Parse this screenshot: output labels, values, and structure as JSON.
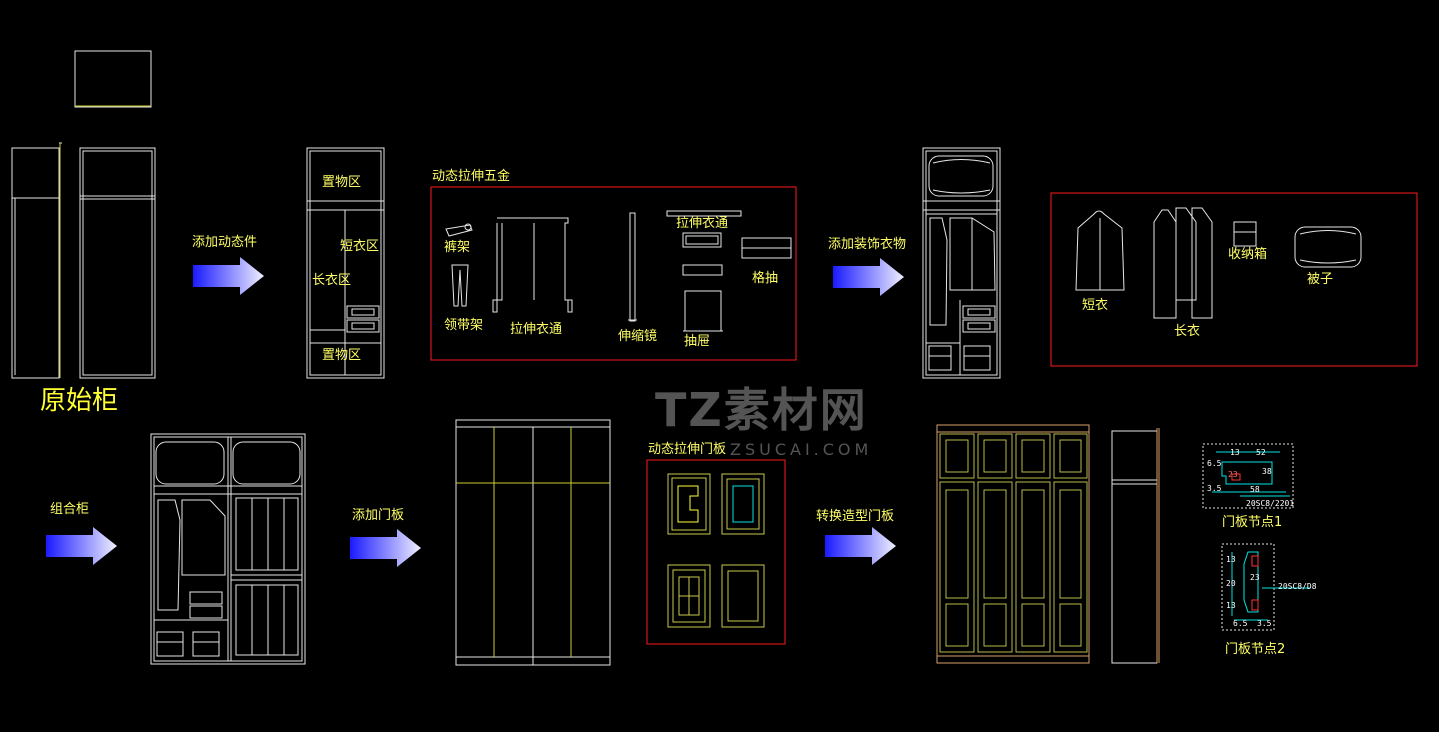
{
  "labels": {
    "original_cabinet": "原始柜",
    "add_dynamic_parts": "添加动态件",
    "storage_zone_top": "置物区",
    "short_coat_zone": "短衣区",
    "long_coat_zone": "长衣区",
    "storage_zone_bottom": "置物区",
    "dynamic_hardware": "动态拉伸五金",
    "pants_rack": "裤架",
    "tie_rack": "领带架",
    "pull_rod_center": "拉伸衣通",
    "pull_rod_top": "拉伸衣通",
    "telescopic_mirror": "伸缩镜",
    "grid_drawer": "格抽",
    "drawer": "抽屉",
    "add_decorative_clothes": "添加装饰衣物",
    "short_coat": "短衣",
    "long_coat": "长衣",
    "storage_box": "收纳箱",
    "quilt": "被子",
    "combined_cabinet": "组合柜",
    "add_door_panel": "添加门板",
    "dynamic_door_panel": "动态拉伸门板",
    "convert_styled_door": "转换造型门板",
    "door_node_1": "门板节点1",
    "door_node_2": "门板节点2"
  },
  "dims": {
    "n1_a": "13",
    "n1_b": "52",
    "n1_c": "6.5",
    "n1_d": "23",
    "n1_e": "3.5",
    "n1_f": "58",
    "n1_g": "38",
    "n1_note": "20SC8/2201",
    "n2_a": "23",
    "n2_b": "13",
    "n2_c": "20",
    "n2_d": "13",
    "n2_e": "6.5",
    "n2_f": "3.5",
    "n2_note": "20SC8/D8"
  },
  "watermark": {
    "main": "TZ素材网",
    "sub": "ZSUCAI.COM"
  },
  "colors": {
    "background": "#000000",
    "line": "#e6e6e6",
    "label": "#ffff66",
    "frame": "#ff1a1a",
    "door": "#b8b84a",
    "arrow": "#3a3aff",
    "dim": "#00e5e5"
  }
}
